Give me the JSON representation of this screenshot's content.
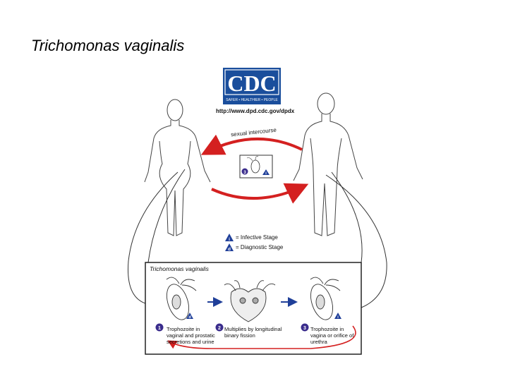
{
  "title": "Trichomonas vaginalis",
  "logo": {
    "wordmark": "CDC",
    "tagline": "SAFER • HEALTHIER • PEOPLE",
    "url": "http://www.dpd.cdc.gov/dpdx",
    "brand_color": "#1a4e9c"
  },
  "transmission_label": "sexual intercourse",
  "legend": {
    "infective": {
      "symbol": "i",
      "label": "= Infective Stage"
    },
    "diagnostic": {
      "symbol": "d",
      "label": "= Diagnostic Stage"
    }
  },
  "inset": {
    "title": "Trichomonas vaginalis",
    "stages": [
      {
        "number": "1",
        "caption": "Trophozoite in vaginal and prostatic secretions and urine",
        "tag": "d"
      },
      {
        "number": "2",
        "caption": "Multiplies by longitudinal binary fission"
      },
      {
        "number": "3",
        "caption": "Trophozoite in vagina or orifice of urethra",
        "tag": "i"
      }
    ]
  },
  "center_panel": {
    "stage_number": "3",
    "tag": "i"
  },
  "colors": {
    "arrow_red": "#d42020",
    "arrow_blue": "#1f3f99",
    "badge_purple": "#3a2c8c"
  }
}
